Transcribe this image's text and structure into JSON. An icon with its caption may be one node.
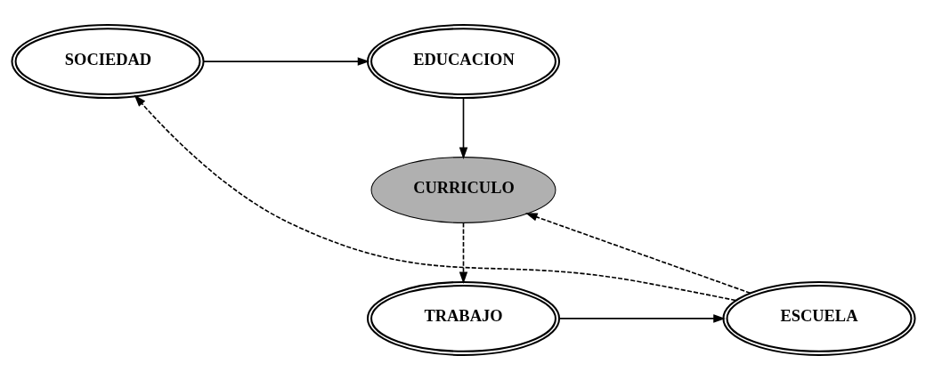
{
  "diagram": {
    "nodes": [
      {
        "text": [
          "SOCIEDAD"
        ]
      },
      {
        "text": [
          "EDUCACION"
        ]
      },
      {
        "text": [
          "CURRICULO"
        ]
      },
      {
        "text": [
          "ESCUELA"
        ]
      },
      {
        "text": [
          "TRABAJO"
        ]
      }
    ],
    "edges": [
      {
        "from": 0,
        "to": 1,
        "arrow": "to"
      },
      {
        "from": 1,
        "to": 2,
        "arrow": "to"
      },
      {
        "from": 2,
        "to": 4,
        "arrow": "to",
        "style": "dashed"
      },
      {
        "from": 4,
        "to": 3,
        "arrow": "to"
      },
      {
        "from": 3,
        "to": 2,
        "arrow": "to",
        "style": "dashed"
      },
      {
        "from": 3,
        "to": 0,
        "arrow": "to",
        "style": "dashed"
      }
    ]
  }
}
